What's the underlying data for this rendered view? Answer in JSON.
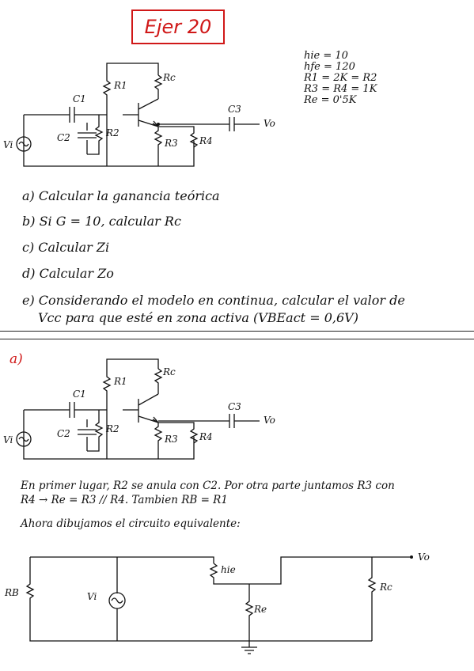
{
  "title": "Ejer 20",
  "params": [
    "hie = 10",
    "hfe = 120",
    "R1 = 2K = R2",
    "R3 = R4 = 1K",
    "Re = 0'5K"
  ],
  "questions": [
    "a) Calcular la ganancia teórica",
    "b) Si G = 10, calcular Rc",
    "c) Calcular Zi",
    "d) Calcular Zo",
    "e) Considerando el modelo en continua, calcular el valor de",
    "Vcc para que esté en zona activa (VBEact = 0,6V)"
  ],
  "section_label": "a)",
  "explanation": [
    "En primer lugar, R2 se anula con C2. Por otra parte juntamos R3 con",
    "R4 → Re = R3 // R4.  Tambien RB = R1",
    "Ahora dibujamos el circuito equivalente:"
  ],
  "circuit_labels": {
    "c1": "C1",
    "c2": "C2",
    "c3": "C3",
    "r1": "R1",
    "r2": "R2",
    "r3": "R3",
    "r4": "R4",
    "rc": "Rc",
    "vi": "Vi",
    "vo": "Vo"
  },
  "equiv_labels": {
    "rb": "RB",
    "vi": "Vi",
    "hie": "hie",
    "re": "Re",
    "rc": "Rc",
    "vo": "Vo"
  },
  "colors": {
    "accent": "#d01818",
    "ink": "#111111"
  }
}
